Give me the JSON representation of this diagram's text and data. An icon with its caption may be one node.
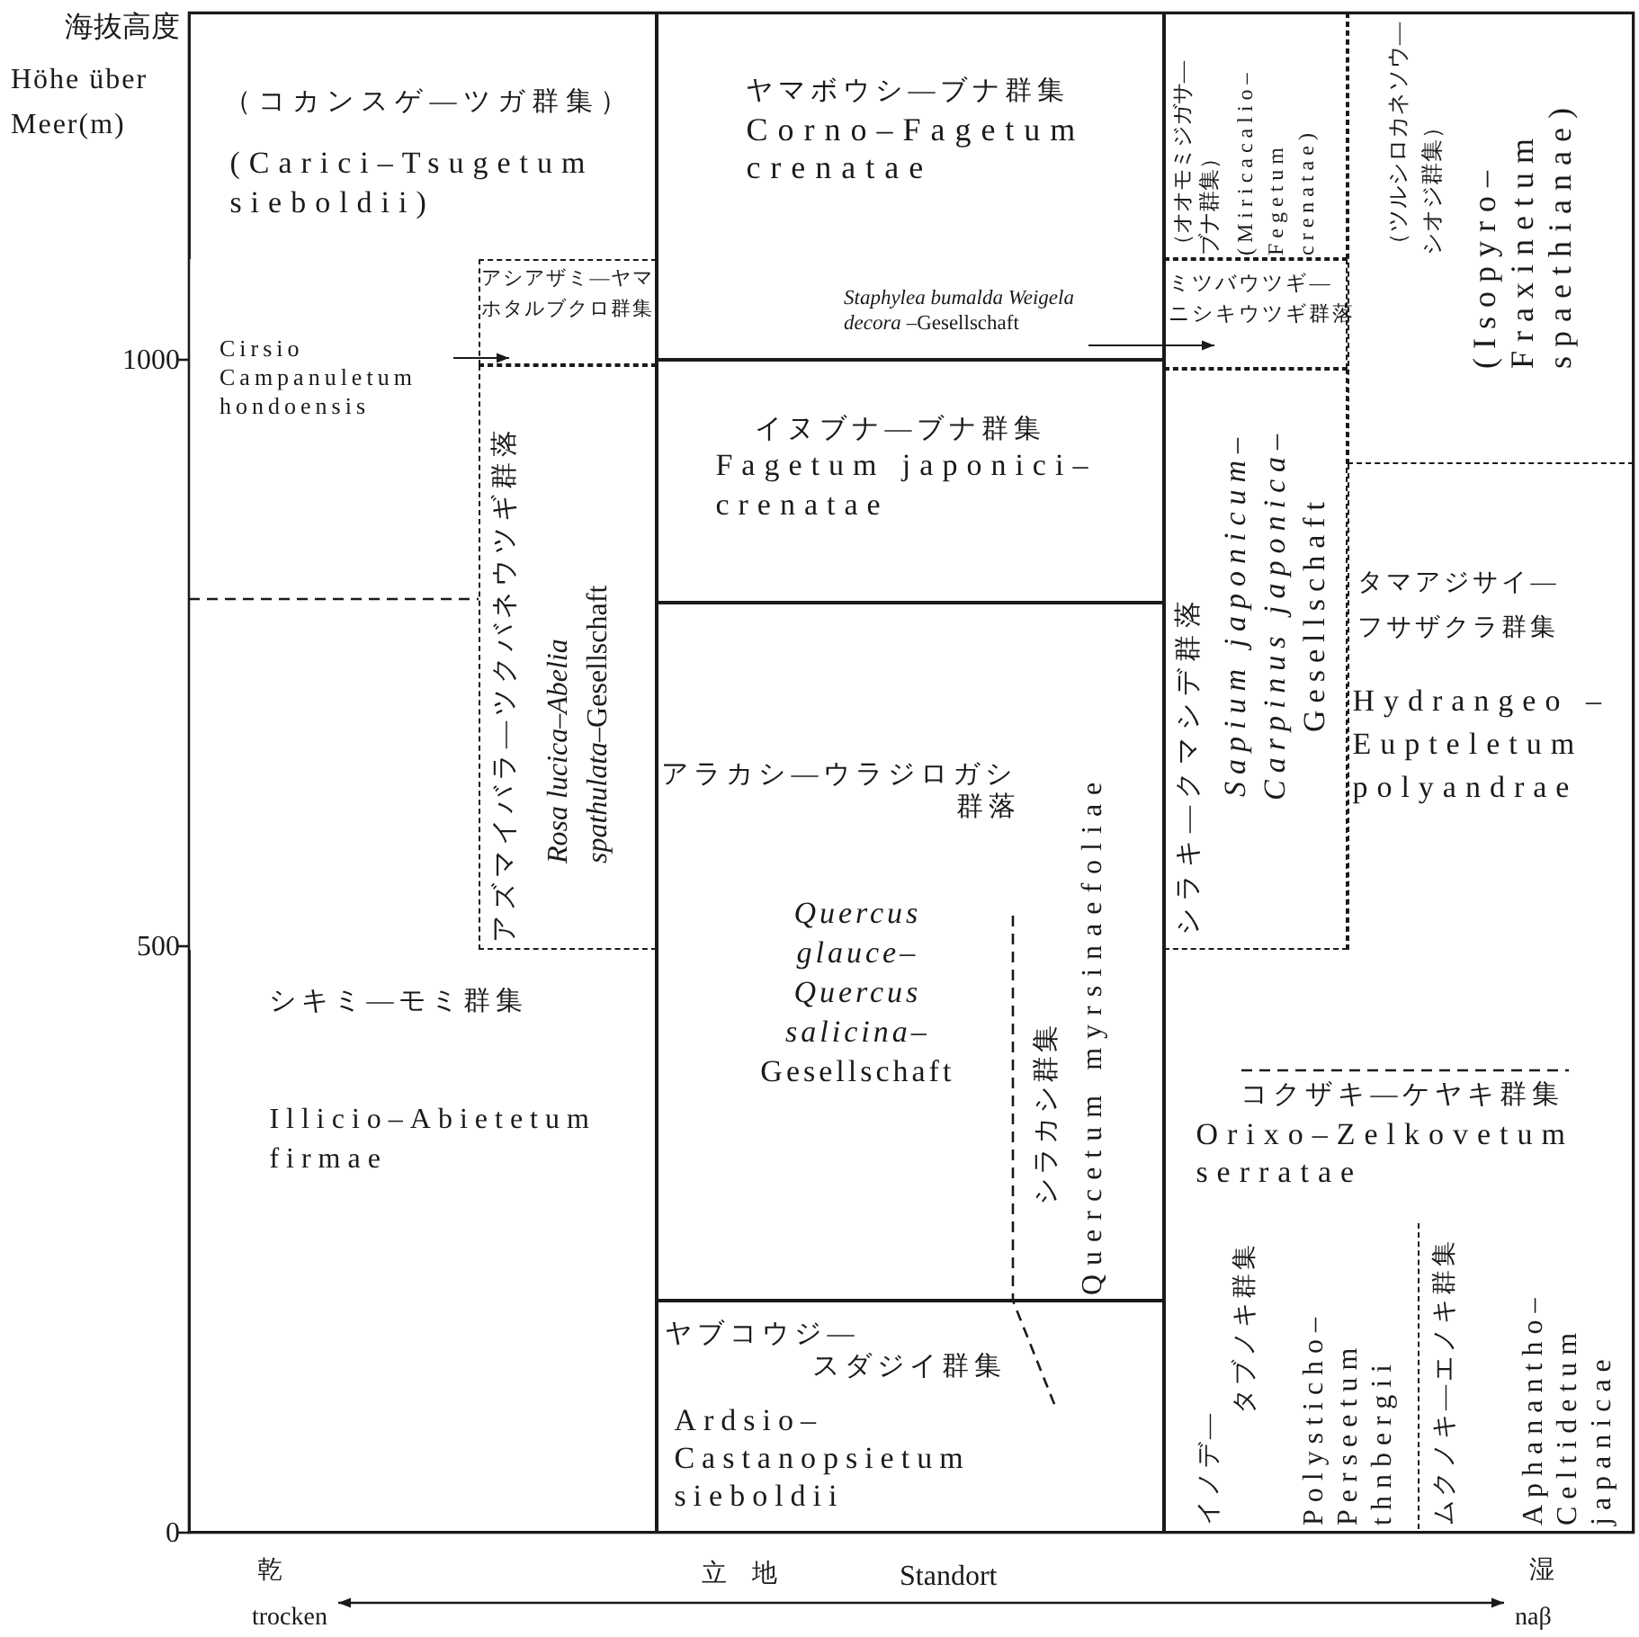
{
  "diagram": {
    "nodes": [
      {
        "text": [
          "（コカンスゲ—ツガ群集）",
          "(Carici–Tsugetum sieboldii)"
        ]
      },
      {
        "text": [
          "Cirsio Campanuletum hondoensis"
        ]
      },
      {
        "text": [
          "アシアザミ—ヤマホタルブクロ群集"
        ]
      },
      {
        "text": [
          "アズマイバラ—ツクバネウツギ群落",
          "*Rosa lucica*–*Abelia spathulata*–Gesellschaft"
        ]
      },
      {
        "text": [
          "シキミ—モミ群集",
          "Illicio–Abietetum firmae"
        ]
      },
      {
        "text": [
          "ヤマボウシ—ブナ群集",
          "Corno–Fagetum crenatae"
        ]
      },
      {
        "text": [
          "*Staphylea bumalda* *Weigela decora* –Gesellschaft"
        ],
        "in": 5
      },
      {
        "text": [
          "イヌブナ—ブナ群集",
          "Fagetum japonici–crenatae"
        ]
      },
      {
        "text": [
          "アラカシ—ウラジロガシ群落",
          "*Quercus glauce*–*Quercus salicina*–Gesellschaft"
        ]
      },
      {
        "text": [
          "シラカシ群集",
          "Quercetum myrsinaefoliae"
        ]
      },
      {
        "text": [
          "ヤブコウジ—スダジイ群集",
          "Ardsio–Castanopsietum sieboldii"
        ]
      },
      {
        "text": [
          "（オオモミジガサ—ブナ群集）",
          "(Miricacalio–Fegetum crenatae)"
        ]
      },
      {
        "text": [
          "ミツバウツギ—ニシキウツギ群落"
        ]
      },
      {
        "text": [
          "シラキ—クマシデ群落",
          "*Sapium japonicum*–*Carpinus japonica*–Gesellschaft"
        ]
      },
      {
        "text": [
          "（ツルシロカネソウ—シオジ群集）",
          "(Isopyro–Fraxinetum spaethianae)"
        ]
      },
      {
        "text": [
          "タマアジサイ—フサザクラ群集",
          "Hydrangeo –Eupteletum polyandrae"
        ]
      },
      {
        "text": [
          "コクザキ—ケヤキ群集",
          "Orixo–Zelkovetum serratae"
        ]
      },
      {
        "text": [
          "イノデ—タブノキ群集",
          "Polysticho–Perseetum thnbergii"
        ],
        "in": 16
      },
      {
        "text": [
          "ムクノキ—エノキ群集",
          "Aphanantho–Celtidetum japanicae"
        ],
        "in": 16
      }
    ],
    "edges": [
      {
        "from": 1,
        "to": 2,
        "arrow": "to"
      },
      {
        "from": 6,
        "to": 12,
        "arrow": "to"
      }
    ],
    "labels": [
      "海抜高度",
      "Höhe über Meer(m)",
      "1000",
      "500",
      "0",
      "乾",
      "trocken",
      "立地",
      "Standort",
      "湿",
      "naβ"
    ]
  }
}
